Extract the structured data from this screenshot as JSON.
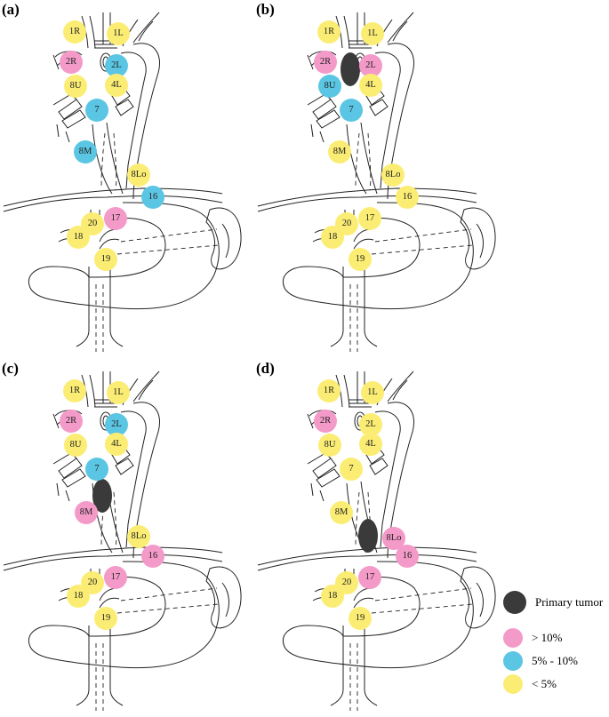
{
  "colors": {
    "gt10": "#f49ac9",
    "5to10": "#5bc6e3",
    "lt5": "#fbed74",
    "tumor": "#3a3a3a"
  },
  "legend": {
    "tumor": "Primary tumor",
    "gt10": "> 10%",
    "5to10": "5% - 10%",
    "lt5": "< 5%"
  },
  "panels": [
    {
      "label": "(a)",
      "tumor": null,
      "nodes": [
        {
          "id": "1R",
          "cat": "lt5"
        },
        {
          "id": "1L",
          "cat": "lt5"
        },
        {
          "id": "2R",
          "cat": "gt10"
        },
        {
          "id": "2L",
          "cat": "5to10"
        },
        {
          "id": "8U",
          "cat": "lt5"
        },
        {
          "id": "4L",
          "cat": "lt5"
        },
        {
          "id": "7",
          "cat": "5to10"
        },
        {
          "id": "8M",
          "cat": "5to10"
        },
        {
          "id": "8Lo",
          "cat": "lt5"
        },
        {
          "id": "16",
          "cat": "5to10"
        },
        {
          "id": "20",
          "cat": "lt5"
        },
        {
          "id": "17",
          "cat": "gt10"
        },
        {
          "id": "18",
          "cat": "lt5"
        },
        {
          "id": "19",
          "cat": "lt5"
        }
      ]
    },
    {
      "label": "(b)",
      "tumor": "upper",
      "nodes": [
        {
          "id": "1R",
          "cat": "lt5"
        },
        {
          "id": "1L",
          "cat": "lt5"
        },
        {
          "id": "2R",
          "cat": "gt10"
        },
        {
          "id": "2L",
          "cat": "gt10"
        },
        {
          "id": "8U",
          "cat": "5to10"
        },
        {
          "id": "4L",
          "cat": "lt5"
        },
        {
          "id": "7",
          "cat": "5to10"
        },
        {
          "id": "8M",
          "cat": "lt5"
        },
        {
          "id": "8Lo",
          "cat": "lt5"
        },
        {
          "id": "16",
          "cat": "lt5"
        },
        {
          "id": "20",
          "cat": "lt5"
        },
        {
          "id": "17",
          "cat": "lt5"
        },
        {
          "id": "18",
          "cat": "lt5"
        },
        {
          "id": "19",
          "cat": "lt5"
        }
      ]
    },
    {
      "label": "(c)",
      "tumor": "middle",
      "nodes": [
        {
          "id": "1R",
          "cat": "lt5"
        },
        {
          "id": "1L",
          "cat": "lt5"
        },
        {
          "id": "2R",
          "cat": "gt10"
        },
        {
          "id": "2L",
          "cat": "5to10"
        },
        {
          "id": "8U",
          "cat": "lt5"
        },
        {
          "id": "4L",
          "cat": "lt5"
        },
        {
          "id": "7",
          "cat": "5to10"
        },
        {
          "id": "8M",
          "cat": "gt10"
        },
        {
          "id": "8Lo",
          "cat": "lt5"
        },
        {
          "id": "16",
          "cat": "gt10"
        },
        {
          "id": "20",
          "cat": "lt5"
        },
        {
          "id": "17",
          "cat": "gt10"
        },
        {
          "id": "18",
          "cat": "lt5"
        },
        {
          "id": "19",
          "cat": "lt5"
        }
      ]
    },
    {
      "label": "(d)",
      "tumor": "lower",
      "nodes": [
        {
          "id": "1R",
          "cat": "lt5"
        },
        {
          "id": "1L",
          "cat": "lt5"
        },
        {
          "id": "2R",
          "cat": "gt10"
        },
        {
          "id": "2L",
          "cat": "lt5"
        },
        {
          "id": "8U",
          "cat": "lt5"
        },
        {
          "id": "4L",
          "cat": "lt5"
        },
        {
          "id": "7",
          "cat": "lt5"
        },
        {
          "id": "8M",
          "cat": "lt5"
        },
        {
          "id": "8Lo",
          "cat": "gt10"
        },
        {
          "id": "16",
          "cat": "gt10"
        },
        {
          "id": "20",
          "cat": "lt5"
        },
        {
          "id": "17",
          "cat": "gt10"
        },
        {
          "id": "18",
          "cat": "lt5"
        },
        {
          "id": "19",
          "cat": "lt5"
        }
      ]
    }
  ]
}
